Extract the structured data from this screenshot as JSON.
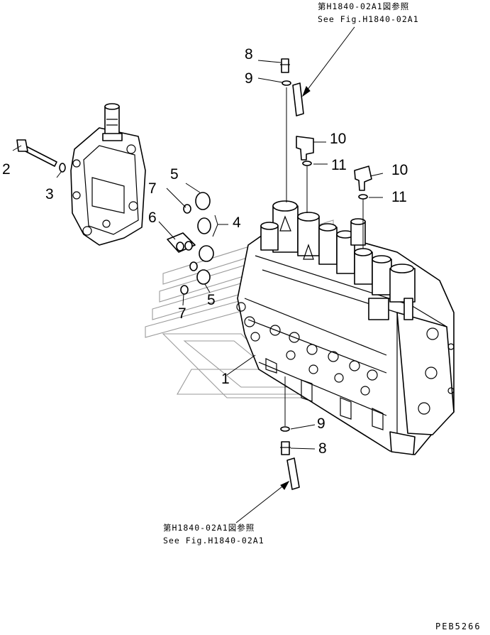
{
  "reference_top": {
    "jp": "第H1840-02A1図参照",
    "en": "See Fig.H1840-02A1"
  },
  "reference_bottom": {
    "jp": "第H1840-02A1図参照",
    "en": "See Fig.H1840-02A1"
  },
  "drawing_code": "PEB5266",
  "callouts": [
    "1",
    "2",
    "3",
    "4",
    "5",
    "5",
    "6",
    "7",
    "7",
    "8",
    "8",
    "9",
    "9",
    "10",
    "10",
    "11",
    "11"
  ]
}
